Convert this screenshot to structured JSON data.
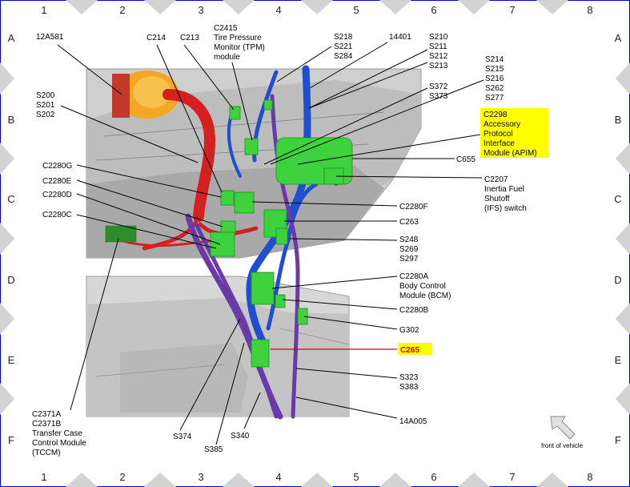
{
  "grid": {
    "columns": [
      "1",
      "2",
      "3",
      "4",
      "5",
      "6",
      "7",
      "8"
    ],
    "rows": [
      "A",
      "B",
      "C",
      "D",
      "E",
      "F"
    ]
  },
  "labels": {
    "l_12a581": "12A581",
    "l_c214": "C214",
    "l_c213": "C213",
    "l_c2415": [
      "C2415",
      "Tire Pressure",
      "Monitor (TPM)",
      "module"
    ],
    "l_s218": [
      "S218",
      "S221",
      "S284"
    ],
    "l_14401": "14401",
    "l_s210": [
      "S210",
      "S211",
      "S212",
      "S213"
    ],
    "l_s214": [
      "S214",
      "S215",
      "S216",
      "S262",
      "S277"
    ],
    "l_s372": [
      "S372",
      "S373"
    ],
    "l_s200": [
      "S200",
      "S201",
      "S202"
    ],
    "l_c2298": [
      "C2298",
      "Accessory",
      "Protocol",
      "Interface",
      "Module (APIM)"
    ],
    "l_c655": "C655",
    "l_c2207": [
      "C2207",
      "Inertia Fuel",
      "Shutoff",
      "(IFS) switch"
    ],
    "l_c2280g": "C2280G",
    "l_c2280e": "C2280E",
    "l_c2280d": "C2280D",
    "l_c2280c": "C2280C",
    "l_c2280f": "C2280F",
    "l_c263": "C263",
    "l_s248": [
      "S248",
      "S269",
      "S297"
    ],
    "l_c2280a": [
      "C2280A",
      "Body Control",
      "Module (BCM)"
    ],
    "l_c2280b": "C2280B",
    "l_g302": "G302",
    "l_c265": "C265",
    "l_s323": [
      "S323",
      "S383"
    ],
    "l_14a005": "14A005",
    "l_c2371": [
      "C2371A",
      "C2371B",
      "Transfer Case",
      "Control Module",
      "(TCCM)"
    ],
    "l_s374": "S374",
    "l_s385": "S385",
    "l_s340": "S340",
    "l_front": "front of vehicle"
  },
  "colors": {
    "harness_blue": "#1f4fd0",
    "harness_purple": "#6a3aa8",
    "harness_red": "#d42020",
    "connector_green": "#3fd23f",
    "highlight_yellow": "#ffff00",
    "callout_red": "#e00000",
    "frame_blue": "#0000cc"
  }
}
